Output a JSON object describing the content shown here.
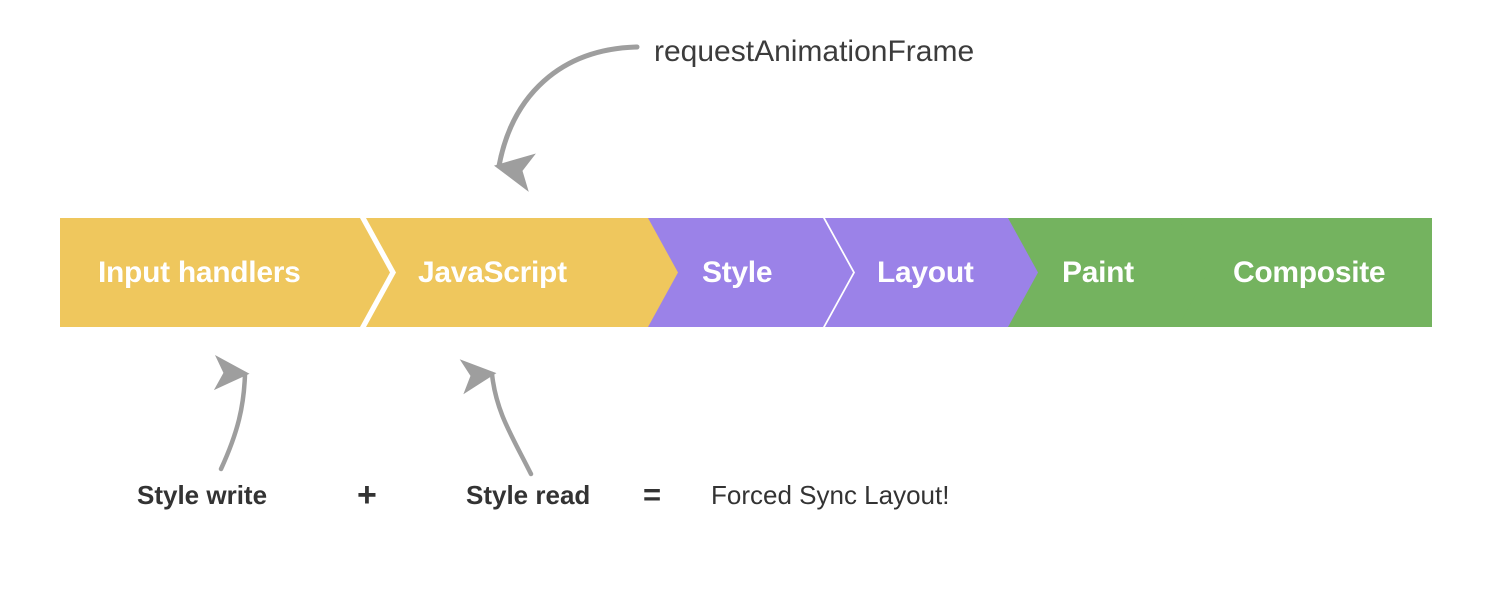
{
  "diagram": {
    "title": "Browser rendering pipeline with forced synchronous layout annotation",
    "background": "#ffffff"
  },
  "colors": {
    "yellow": "#EFC75D",
    "purple": "#9B82E8",
    "green": "#74B35F",
    "gap": "#ffffff",
    "arrow": "#9e9e9e",
    "text_dark": "#3c3c3c",
    "stage_label": "#ffffff"
  },
  "pipeline": {
    "stages": [
      {
        "label": "Input handlers",
        "color_key": "yellow"
      },
      {
        "label": "JavaScript",
        "color_key": "yellow"
      },
      {
        "label": "Style",
        "color_key": "purple"
      },
      {
        "label": "Layout",
        "color_key": "purple"
      },
      {
        "label": "Paint",
        "color_key": "green"
      },
      {
        "label": "Composite",
        "color_key": "green"
      }
    ]
  },
  "annotations": {
    "raf": {
      "label": "requestAnimationFrame",
      "arrow_target_stage": "JavaScript"
    },
    "style_write": {
      "label": "Style write",
      "arrow_target_stage": "Input handlers"
    },
    "style_read": {
      "label": "Style read",
      "arrow_target_stage": "JavaScript"
    },
    "plus_symbol": "+",
    "equals_symbol": "=",
    "result": "Forced Sync Layout!"
  }
}
